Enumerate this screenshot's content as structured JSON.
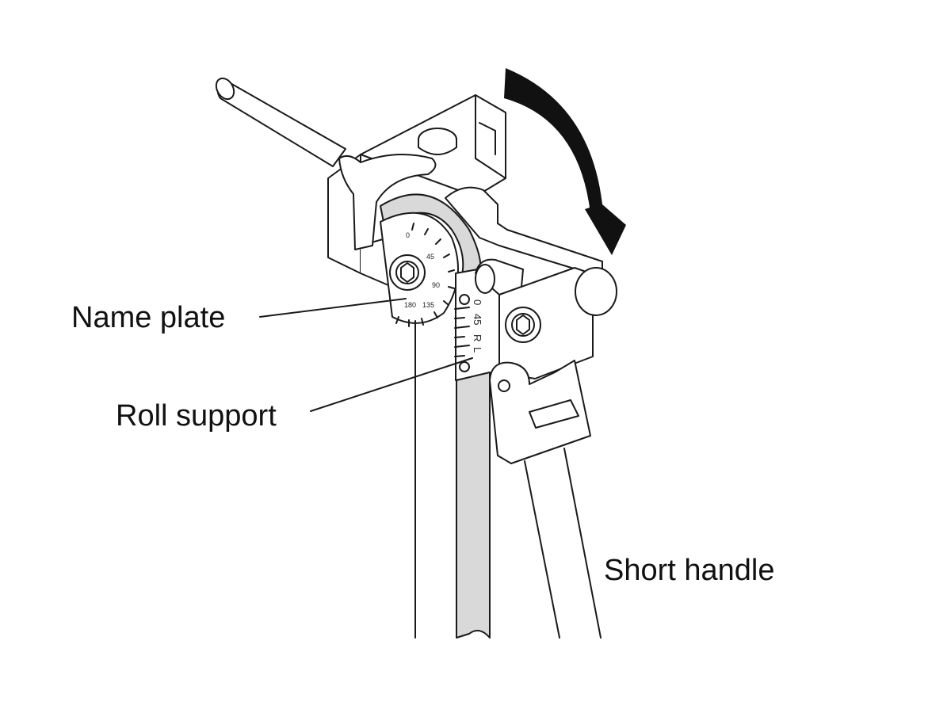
{
  "labels": {
    "name_plate": "Name plate",
    "roll_support": "Roll support",
    "short_handle": "Short handle"
  },
  "dial": {
    "marks": [
      "0",
      "45",
      "90",
      "135",
      "180"
    ]
  },
  "roll_scale": {
    "marks": [
      "0",
      "45",
      "R",
      "L"
    ]
  },
  "colors": {
    "line": "#1a1a1a",
    "tube_fill": "#d9d9d9",
    "arrow": "#111111",
    "background": "#ffffff"
  },
  "icons": {
    "rotation": "curved-arrow-clockwise"
  }
}
